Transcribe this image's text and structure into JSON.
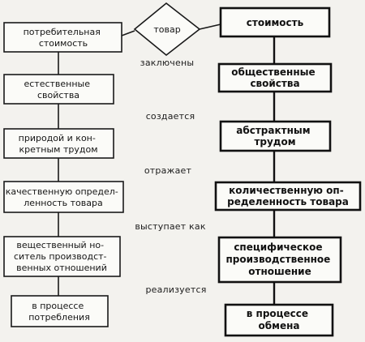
{
  "center": {
    "label": "товар"
  },
  "left": [
    {
      "lines": [
        "потребительная",
        "стоимость"
      ]
    },
    {
      "lines": [
        "естественные",
        "свойства"
      ]
    },
    {
      "lines": [
        "природой и кон-",
        "кретным трудом"
      ]
    },
    {
      "lines": [
        "качественную определ-",
        "ленность товара"
      ]
    },
    {
      "lines": [
        "вещественный но-",
        "ситель производст-",
        "венных отношений"
      ]
    },
    {
      "lines": [
        "в процессе",
        "потребления"
      ]
    }
  ],
  "right": [
    {
      "lines": [
        "стоимость"
      ]
    },
    {
      "lines": [
        "общественные",
        "свойства"
      ]
    },
    {
      "lines": [
        "абстрактным",
        "трудом"
      ]
    },
    {
      "lines": [
        "количественную оп-",
        "ределенность товара"
      ]
    },
    {
      "lines": [
        "специфическое",
        "производственное",
        "отношение"
      ]
    },
    {
      "lines": [
        "в процессе",
        "обмена"
      ]
    }
  ],
  "relations": [
    "заключены",
    "создается",
    "отражает",
    "выступает как",
    "реализуется"
  ]
}
